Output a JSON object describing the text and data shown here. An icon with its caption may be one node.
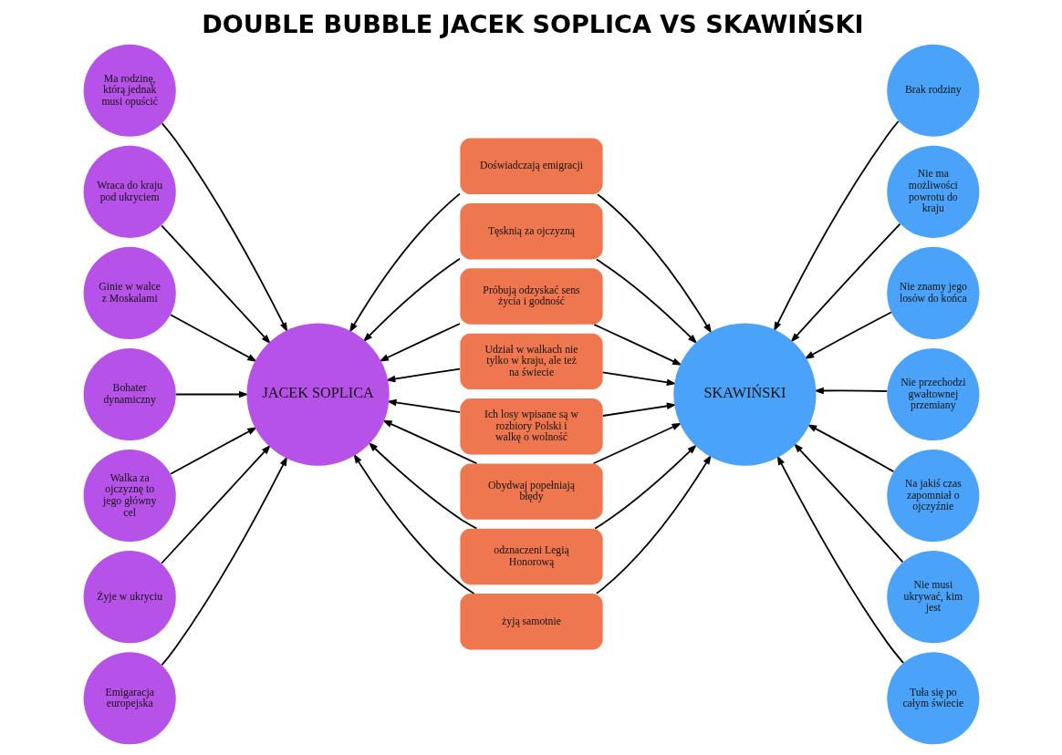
{
  "diagram": {
    "title": "DOUBLE BUBBLE JACEK SOPLICA VS SKAWIŃSKI",
    "nodes": [
      {
        "text": [
          "JACEK SOPLICA"
        ]
      },
      {
        "text": [
          "SKAWIŃSKI"
        ]
      },
      {
        "text": [
          "Ma rodzinę, którą jednak musi opuścić"
        ]
      },
      {
        "text": [
          "Wraca do kraju pod ukryciem"
        ]
      },
      {
        "text": [
          "Ginie w walce z Moskalami"
        ]
      },
      {
        "text": [
          "Bohater dynamiczny"
        ]
      },
      {
        "text": [
          "Walka za ojczyznę to jego główny cel"
        ]
      },
      {
        "text": [
          "Żyje w ukryciu"
        ]
      },
      {
        "text": [
          "Emigaracja europejska"
        ]
      },
      {
        "text": [
          "Doświadczają emigracji"
        ]
      },
      {
        "text": [
          "Tęsknią za ojczyzną"
        ]
      },
      {
        "text": [
          "Próbują odzyskać sens życia i godność"
        ]
      },
      {
        "text": [
          "Udział w walkach nie tylko w kraju, ale też na świecie"
        ]
      },
      {
        "text": [
          "Ich losy wpisane są w rozbiory Polski i walkę o wolność"
        ]
      },
      {
        "text": [
          "Obydwaj popełniają błędy"
        ]
      },
      {
        "text": [
          "odznaczeni Legią Honorową"
        ]
      },
      {
        "text": [
          "żyją samotnie"
        ]
      },
      {
        "text": [
          "Brak rodziny"
        ]
      },
      {
        "text": [
          "Nie ma możliwości powrotu do kraju"
        ]
      },
      {
        "text": [
          "Nie znamy jego losów do końca"
        ]
      },
      {
        "text": [
          "Nie przechodzi gwałtownej przemiany"
        ]
      },
      {
        "text": [
          "Na jakiś czas zapomniał o ojczyźnie"
        ]
      },
      {
        "text": [
          "Nie musi ukrywać, kim jest"
        ]
      },
      {
        "text": [
          "Tuła się po całym świecie"
        ]
      }
    ],
    "edges": [
      {
        "from": 2,
        "to": 0,
        "arrow": "to"
      },
      {
        "from": 3,
        "to": 0,
        "arrow": "to"
      },
      {
        "from": 4,
        "to": 0,
        "arrow": "to"
      },
      {
        "from": 5,
        "to": 0,
        "arrow": "to"
      },
      {
        "from": 6,
        "to": 0,
        "arrow": "to"
      },
      {
        "from": 7,
        "to": 0,
        "arrow": "to"
      },
      {
        "from": 8,
        "to": 0,
        "arrow": "to"
      },
      {
        "from": 9,
        "to": 0,
        "arrow": "to"
      },
      {
        "from": 9,
        "to": 1,
        "arrow": "to"
      },
      {
        "from": 10,
        "to": 0,
        "arrow": "to"
      },
      {
        "from": 10,
        "to": 1,
        "arrow": "to"
      },
      {
        "from": 11,
        "to": 0,
        "arrow": "to"
      },
      {
        "from": 11,
        "to": 1,
        "arrow": "to"
      },
      {
        "from": 12,
        "to": 0,
        "arrow": "to"
      },
      {
        "from": 12,
        "to": 1,
        "arrow": "to"
      },
      {
        "from": 13,
        "to": 0,
        "arrow": "to"
      },
      {
        "from": 13,
        "to": 1,
        "arrow": "to"
      },
      {
        "from": 14,
        "to": 0,
        "arrow": "to"
      },
      {
        "from": 14,
        "to": 1,
        "arrow": "to"
      },
      {
        "from": 15,
        "to": 0,
        "arrow": "to"
      },
      {
        "from": 15,
        "to": 1,
        "arrow": "to"
      },
      {
        "from": 16,
        "to": 0,
        "arrow": "to"
      },
      {
        "from": 16,
        "to": 1,
        "arrow": "to"
      },
      {
        "from": 17,
        "to": 1,
        "arrow": "to"
      },
      {
        "from": 18,
        "to": 1,
        "arrow": "to"
      },
      {
        "from": 19,
        "to": 1,
        "arrow": "to"
      },
      {
        "from": 20,
        "to": 1,
        "arrow": "to"
      },
      {
        "from": 21,
        "to": 1,
        "arrow": "to"
      },
      {
        "from": 22,
        "to": 1,
        "arrow": "to"
      },
      {
        "from": 23,
        "to": 1,
        "arrow": "to"
      }
    ]
  }
}
